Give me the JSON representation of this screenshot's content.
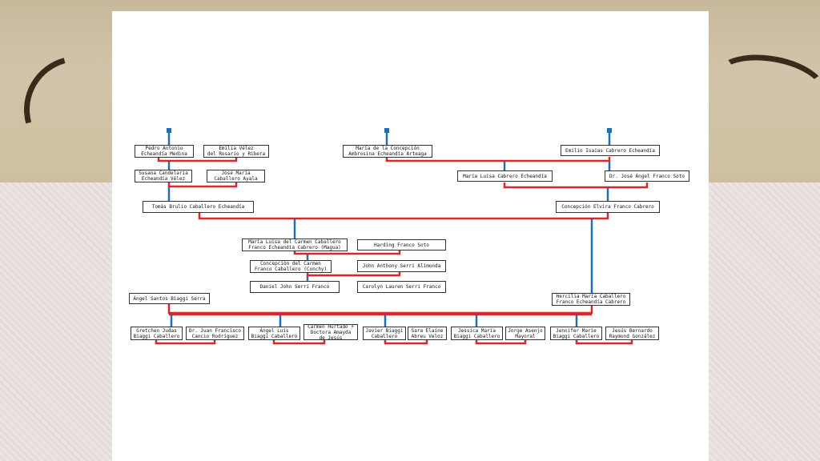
{
  "colors": {
    "red_link": "#d9262b",
    "blue_link": "#1f6fb5",
    "box_border": "#333333"
  },
  "people": {
    "pedro": "Pedro Antonio\nEcheandía Medina",
    "emilia": "Emilia Vélez\ndel Rosario y Ribera",
    "maria_concepcion": "María de la Concepción\nAmbrosina Echeandía Arteaga",
    "emilio": "Emilio Isaias Cabrero Echeandía",
    "susana": "Susana Candelaria\nEcheandía Vélez",
    "jose_maria": "José María\nCaballero Ayala",
    "maria_luisa_cabrero": "María Luisa Cabrero Echeandía",
    "jose_angel": "Dr. José Ángel Franco Soto",
    "tomas": "Tomás Brulio Caballero Echeandía",
    "concepcion_elvira": "Concepción Elvira Franco Cabrero",
    "magua": "María Luisa del Carmen Caballero\nFranco Echeandía Cabrero (Magua)",
    "harding": "Harding Franco Soto",
    "conchy": "Concepción del Carmen\nFranco Caballero (Conchy)",
    "john_anthony": "John Anthony Serri Alimonda",
    "daniel": "Daniel John Serri Franco",
    "carolyn": "Carolyn Lauren Serri Franco",
    "angel_santos": "Ángel Santos Biaggi Serra",
    "hercilia": "Hercilia María Caballero\nFranco Echeandía Cabrero",
    "gretchen": "Gretchen Judas\nBiaggi Caballero",
    "juan_francisco": "Dr. Juan Francisco\nCancio Rodríguez",
    "angel_luis": "Ángel Luis\nBiaggi Caballero",
    "carmen_hurtado": "Carmen Hurtado +\nDoctora Amayda\nde Jesús",
    "javier": "Javier Biaggi\nCaballero",
    "sara": "Sara Elaine\nAbreu Veloz",
    "jessica": "Jessica María\nBiaggi Caballero",
    "jorge": "Jorge Asenjo\nMayoral",
    "jennifer": "Jennifer Marie\nBiaggi Caballero",
    "jesus_bernardo": "Jesús Bernardo\nRaymond González"
  }
}
